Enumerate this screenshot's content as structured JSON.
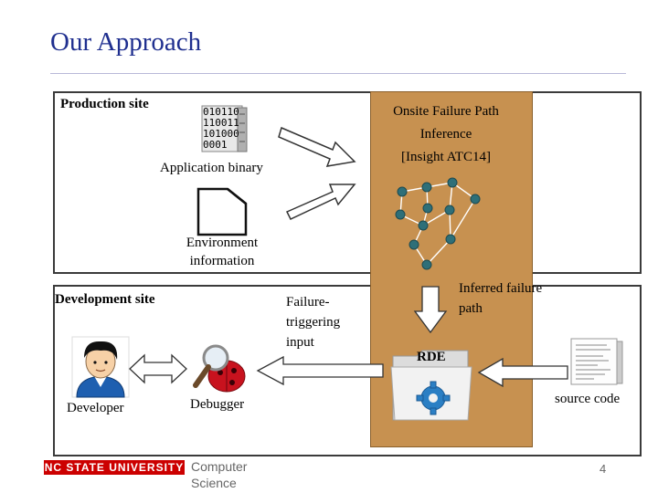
{
  "slide": {
    "title": "Our Approach",
    "page_number": "4"
  },
  "production": {
    "heading": "Production site",
    "binary_bits": [
      "010110",
      "110011",
      "101000",
      "0001"
    ],
    "binary_label": "Application binary",
    "environment_label_1": "Environment",
    "environment_label_2": "information"
  },
  "inference": {
    "line1": "Onsite Failure Path",
    "line2": "Inference",
    "line3": "[Insight ATC14]",
    "inferred_1": "Inferred failure",
    "inferred_2": "path",
    "rde_label": "RDE"
  },
  "development": {
    "heading": "Development site",
    "developer_label": "Developer",
    "debugger_label": "Debugger",
    "failure_input_1": "Failure-",
    "failure_input_2": "triggering",
    "failure_input_3": "input",
    "source_code_label": "source code"
  },
  "footer": {
    "university": "NC STATE UNIVERSITY",
    "dept_1": "Computer",
    "dept_2": "Science"
  },
  "colors": {
    "title": "#1f2f8f",
    "inference_panel": "#c79150",
    "footer_red": "#cc0000"
  }
}
